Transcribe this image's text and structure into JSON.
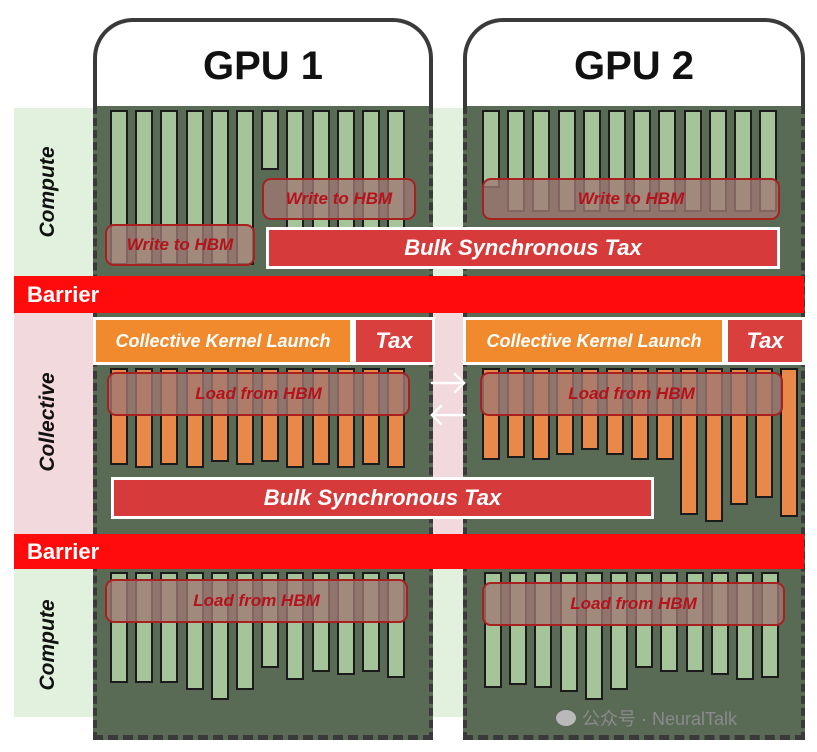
{
  "gpus": [
    {
      "title": "GPU 1"
    },
    {
      "title": "GPU 2"
    }
  ],
  "sections": {
    "compute_top": "Compute",
    "collective": "Collective",
    "compute_bottom": "Compute"
  },
  "barriers": [
    "Barrier",
    "Barrier"
  ],
  "labels": {
    "write_to_hbm": "Write to HBM",
    "bulk_sync_tax": "Bulk Synchronous Tax",
    "collective_kernel_launch": "Collective Kernel Launch",
    "tax": "Tax",
    "load_from_hbm": "Load from HBM"
  },
  "watermark": "公众号 · NeuralTalk",
  "colors": {
    "gpu_body": "#596b55",
    "compute_band": "#e2f1dd",
    "collective_band": "#f1d9de",
    "barrier": "#ff0b0b",
    "tax": "#d63a3a",
    "kernel_launch": "#f08a2c",
    "compute_bar": "#a6c49a",
    "collective_bar": "#e8894a"
  }
}
